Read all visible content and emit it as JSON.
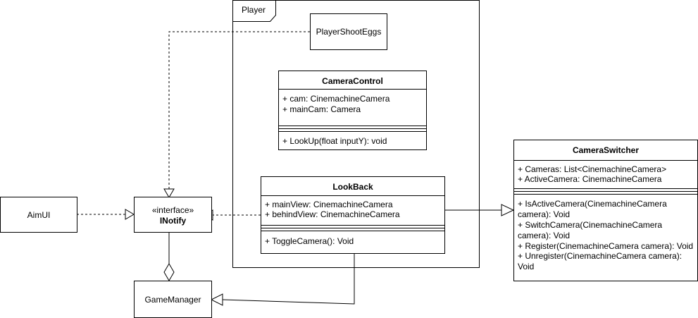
{
  "frame": {
    "label": "Player"
  },
  "nodes": {
    "player_shoot_eggs": "PlayerShootEggs",
    "aim_ui": "AimUI",
    "inotify": {
      "stereotype": "«interface»",
      "name": "INotify"
    },
    "game_manager": "GameManager"
  },
  "camera_control": {
    "title": "CameraControl",
    "attributes": [
      "+ cam: CinemachineCamera",
      "+ mainCam: Camera"
    ],
    "operations": [
      "+ LookUp(float inputY): void"
    ]
  },
  "look_back": {
    "title": "LookBack",
    "attributes": [
      "+ mainView: CinemachineCamera",
      "+ behindView: CinemachineCamera"
    ],
    "operations": [
      "+ ToggleCamera(): Void"
    ]
  },
  "camera_switcher": {
    "title": "CameraSwitcher",
    "attributes": [
      "+ Cameras: List<CinemachineCamera>",
      "+ ActiveCamera: CinemachineCamera"
    ],
    "operations": [
      "+ IsActiveCamera(CinemachineCamera camera): Void",
      "+ SwitchCamera(CinemachineCamera camera): Void",
      "+ Register(CinemachineCamera camera): Void",
      "+ Unregister(CinemachineCamera camera): Void"
    ]
  }
}
